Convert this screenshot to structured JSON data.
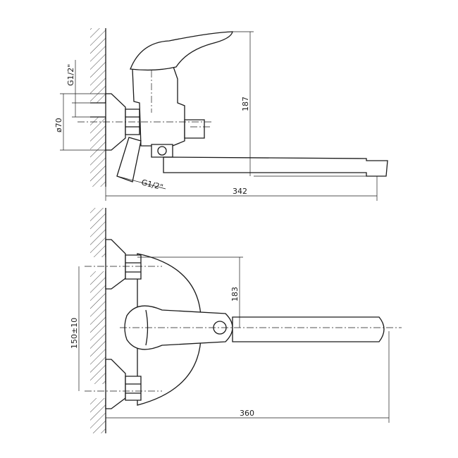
{
  "side_view": {
    "dim_thread_top": "G1/2\"",
    "dim_flange_diameter": "ø70",
    "dim_height": "187",
    "dim_thread_bottom": "G1/2\"",
    "dim_spout_length": "342"
  },
  "top_view": {
    "dim_center_distance": "150±10",
    "dim_spout_offset": "183",
    "dim_total_length": "360"
  }
}
